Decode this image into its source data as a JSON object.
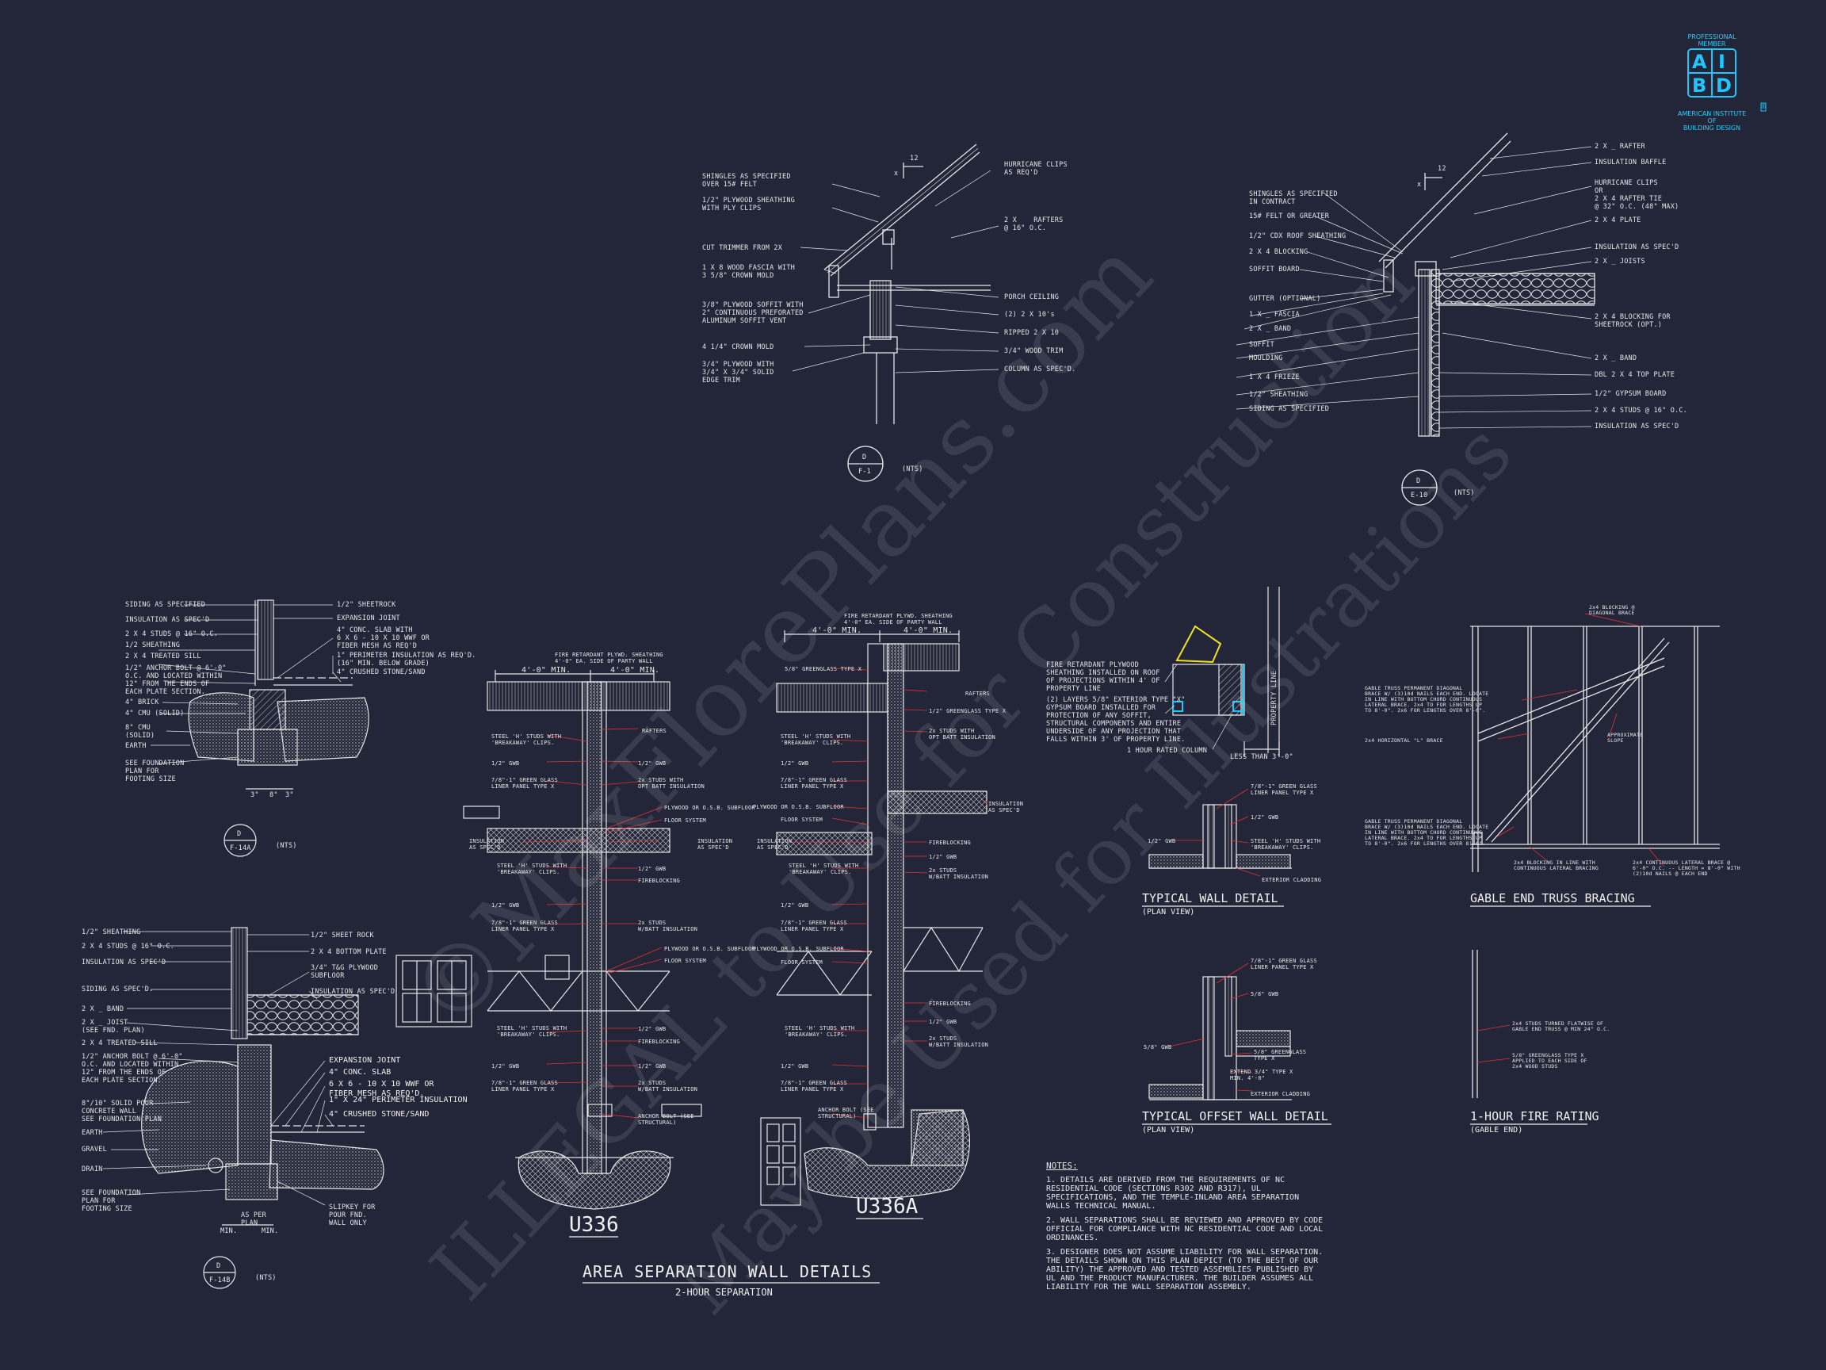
{
  "logo": {
    "top_line1": "PROFESSIONAL",
    "top_line2": "MEMBER",
    "letters": [
      "A",
      "I",
      "B",
      "D"
    ],
    "registered": "®",
    "bottom_line1": "AMERICAN INSTITUTE",
    "bottom_line2": "OF",
    "bottom_line3": "BUILDING DESIGN",
    "color": "#1ec8ff"
  },
  "watermark": {
    "line1": "©MaxFlorePlans.com",
    "line2": "ILLEGAL to Use for Construction",
    "line3": "May be Used for Illustrations"
  },
  "detail_f1": {
    "pitch": "12",
    "pitch_x": "x",
    "left_labels": [
      "SHINGLES AS SPECIFIED\nOVER 15# FELT",
      "1/2\" PLYWOOD SHEATHING\nWITH PLY CLIPS",
      "CUT TRIMMER FROM 2X",
      "1 X 8 WOOD FASCIA WITH\n3 5/8\" CROWN MOLD",
      "3/8\" PLYWOOD SOFFIT WITH\n2\" CONTINUOUS PREFORATED\nALUMINUM SOFFIT VENT",
      "4 1/4\" CROWN MOLD",
      "3/4\" PLYWOOD WITH\n3/4\" X 3/4\" SOLID\nEDGE TRIM"
    ],
    "right_labels": [
      "HURRICANE CLIPS\nAS REQ'D",
      "2 X    RAFTERS\n@ 16\" O.C.",
      "PORCH CEILING",
      "(2) 2 X 10's",
      "RIPPED 2 X 10",
      "3/4\" WOOD TRIM",
      "COLUMN AS SPEC'D."
    ],
    "tag_top": "D",
    "tag_bottom": "F-1",
    "scale": "(NTS)"
  },
  "detail_e10": {
    "pitch": "12",
    "pitch_x": "x",
    "left_labels": [
      "SHINGLES AS SPECIFIED\nIN CONTRACT",
      "15# FELT OR GREATER",
      "1/2\" CDX ROOF SHEATHING",
      "2 X 4 BLOCKING",
      "SOFFIT BOARD",
      "GUTTER (OPTIONAL)",
      "1 X _ FASCIA",
      "2 X _ BAND",
      "SOFFIT",
      "MOULDING",
      "1 X 4 FRIEZE",
      "1/2\" SHEATHING",
      "SIDING AS SPECIFIED"
    ],
    "right_labels": [
      "2 X _ RAFTER",
      "INSULATION BAFFLE",
      "HURRICANE CLIPS\nOR\n2 X 4 RAFTER TIE\n@ 32\" O.C. (48\" MAX)",
      "2 X 4 PLATE",
      "INSULATION AS SPEC'D",
      "2 X _ JOISTS",
      "2 X 4 BLOCKING FOR\nSHEETROCK (OPT.)",
      "2 X _ BAND",
      "DBL 2 X 4 TOP PLATE",
      "1/2\" GYPSUM BOARD",
      "2 X 4 STUDS @ 16\" O.C.",
      "INSULATION AS SPEC'D"
    ],
    "tag_top": "D",
    "tag_bottom": "E-10",
    "scale": "(NTS)"
  },
  "detail_f14a": {
    "left_labels": [
      "SIDING AS SPECIFIED",
      "INSULATION AS SPEC'D",
      "2 X 4 STUDS @ 16\" O.C.",
      "1/2 SHEATHING",
      "2 X 4 TREATED SILL",
      "1/2\" ANCHOR BOLT @ 6'-0\"\nO.C. AND LOCATED WITHIN\n12\" FROM THE ENDS OF\nEACH PLATE SECTION.",
      "4\" BRICK",
      "4\" CMU (SOLID)",
      "8\" CMU\n(SOLID)",
      "EARTH",
      "SEE FOUNDATION\nPLAN FOR\nFOOTING SIZE"
    ],
    "right_labels": [
      "1/2\" SHEETROCK",
      "EXPANSION JOINT",
      "4\" CONC. SLAB WITH\n6 X 6 - 10 X 10 WWF OR\nFIBER MESH AS REQ'D",
      "1\" PERIMETER INSULATION AS REQ'D.\n(16\" MIN. BELOW GRADE)",
      "4\" CRUSHED STONE/SAND"
    ],
    "dims": [
      "3\"",
      "8\"",
      "3\""
    ],
    "tag_top": "D",
    "tag_bottom": "F-14A",
    "scale": "(NTS)"
  },
  "detail_f14b": {
    "left_labels": [
      "1/2\" SHEATHING",
      "2 X 4 STUDS @ 16\" O.C.",
      "INSULATION AS SPEC'D",
      "SIDING AS SPEC'D.",
      "2 X _ BAND",
      "2 X _ JOIST\n(SEE FND. PLAN)",
      "2 X 4 TREATED SILL",
      "1/2\" ANCHOR BOLT @ 6'-0\"\nO.C. AND LOCATED WITHIN\n12\" FROM THE ENDS OF\nEACH PLATE SECTION.",
      "8\"/10\" SOLID POUR\nCONCRETE WALL\nSEE FOUNDATION PLAN",
      "EARTH",
      "GRAVEL",
      "DRAIN",
      "SEE FOUNDATION\nPLAN FOR\nFOOTING SIZE"
    ],
    "right_labels": [
      "1/2\" SHEET ROCK",
      "2 X 4 BOTTOM PLATE",
      "3/4\" T&G PLYWOOD\nSUBFLOOR",
      "INSULATION AS SPEC'D",
      "EXPANSION JOINT",
      "4\" CONC. SLAB",
      "6 X 6 - 10 X 10 WWF OR\nFIBER MESH AS REQ'D.",
      "1\" X 24\" PERIMETER INSULATION",
      "4\" CRUSHED STONE/SAND",
      "SLIPKEY FOR\nPOUR FND.\nWALL ONLY"
    ],
    "dims": [
      "MIN.",
      "AS PER\nPLAN",
      "MIN."
    ],
    "tag_top": "D",
    "tag_bottom": "F-14B",
    "scale": "(NTS)"
  },
  "u336": {
    "title": "U336",
    "top_note": "FIRE RETARDANT PLYWD. SHEATHING\n4'-0\" EA. SIDE OF PARTY WALL",
    "dim_left": "4'-0\" MIN.",
    "dim_right": "4'-0\" MIN.",
    "left_labels": [
      "STEEL 'H' STUDS WITH\n'BREAKAWAY' CLIPS.",
      "1/2\" GWB",
      "7/8\"-1\" GREEN GLASS\nLINER PANEL TYPE X",
      "INSULATION\nAS SPEC'D",
      "STEEL 'H' STUDS WITH\n'BREAKAWAY' CLIPS.",
      "1/2\" GWB",
      "7/8\"-1\" GREEN GLASS\nLINER PANEL TYPE X",
      "STEEL 'H' STUDS WITH\n'BREAKAWAY' CLIPS.",
      "1/2\" GWB",
      "7/8\"-1\" GREEN GLASS\nLINER PANEL TYPE X"
    ],
    "right_labels": [
      "RAFTERS",
      "1/2\" GWB",
      "2x STUDS WITH\nOPT BATT INSULATION",
      "PLYWOOD OR O.S.B. SUBFLOOR",
      "FLOOR SYSTEM",
      "INSULATION\nAS SPEC'D",
      "1/2\" GWB",
      "FIREBLOCKING",
      "2x STUDS\nW/BATT INSULATION",
      "PLYWOOD OR O.S.B. SUBFLOOR",
      "FLOOR SYSTEM",
      "1/2\" GWB",
      "FIREBLOCKING",
      "1/2\" GWB",
      "2x STUDS\nW/BATT INSULATION",
      "ANCHOR BOLT (SEE\nSTRUCTURAL)"
    ]
  },
  "u336a": {
    "title": "U336A",
    "top_note": "FIRE RETARDANT PLYWD. SHEATHING\n4'-0\" EA. SIDE OF PARTY WALL",
    "dim_left": "4'-0\" MIN.",
    "dim_right": "4'-0\" MIN.",
    "left_labels": [
      "5/8\" GREENGLASS TYPE X",
      "STEEL 'H' STUDS WITH\n'BREAKAWAY' CLIPS.",
      "1/2\" GWB",
      "7/8\"-1\" GREEN GLASS\nLINER PANEL TYPE X",
      "PLYWOOD OR O.S.B. SUBFLOOR",
      "FLOOR SYSTEM",
      "INSULATION\nAS SPEC'D",
      "STEEL 'H' STUDS WITH\n'BREAKAWAY' CLIPS.",
      "1/2\" GWB",
      "7/8\"-1\" GREEN GLASS\nLINER PANEL TYPE X",
      "PLYWOOD OR O.S.B. SUBFLOOR",
      "FLOOR SYSTEM",
      "STEEL 'H' STUDS WITH\n'BREAKAWAY' CLIPS.",
      "1/2\" GWB",
      "7/8\"-1\" GREEN GLASS\nLINER PANEL TYPE X",
      "ANCHOR BOLT (SEE\nSTRUCTURAL)"
    ],
    "right_labels": [
      "RAFTERS",
      "1/2\" GREENGLASS TYPE X",
      "2x STUDS WITH\nOPT BATT INSULATION",
      "INSULATION\nAS SPEC'D",
      "FIREBLOCKING",
      "1/2\" GWB",
      "2x STUDS\nW/BATT INSULATION",
      "FIREBLOCKING",
      "1/2\" GWB",
      "2x STUDS\nW/BATT INSULATION"
    ]
  },
  "area_sep": {
    "title": "AREA SEPARATION WALL DETAILS",
    "subtitle": "2-HOUR SEPARATION"
  },
  "property_detail": {
    "note1": "FIRE RETARDANT PLYWOOD\nSHEATHING INSTALLED ON ROOF\nOF PROJECTIONS WITHIN 4' OF\nPROPERTY LINE",
    "note2": "(2) LAYERS 5/8\" EXTERIOR TYPE \"X\"\nGYPSUM BOARD INSTALLED FOR\nPROTECTION OF ANY SOFFIT,\nSTRUCTURAL COMPONENTS AND ENTIRE\nUNDERSIDE OF ANY PROJECTION THAT\nFALLS WITHIN 3' OF PROPERTY LINE.",
    "column": "1 HOUR RATED COLUMN",
    "less_than": "LESS THAN 3'-0\"",
    "property_line": "PROPERTY LINE"
  },
  "typical_wall": {
    "title": "TYPICAL WALL DETAIL",
    "subtitle": "(PLAN VIEW)",
    "labels": [
      "7/8\"-1\" GREEN GLASS\nLINER PANEL TYPE X",
      "1/2\" GWB",
      "1/2\" GWB",
      "STEEL 'H' STUDS WITH\n'BREAKAWAY' CLIPS.",
      "EXTERIOR CLADDING"
    ]
  },
  "typical_offset": {
    "title": "TYPICAL OFFSET WALL DETAIL",
    "subtitle": "(PLAN VIEW)",
    "labels": [
      "7/8\"-1\" GREEN GLASS\nLINER PANEL TYPE X",
      "5/8\" GWB",
      "5/8\" GWB",
      "5/8\" GREENGLASS\nTYPE X",
      "EXTEND 3/4\" TYPE X\nMIN. 4'-0\"",
      "EXTERIOR CLADDING"
    ]
  },
  "gable_truss": {
    "title": "GABLE END TRUSS BRACING",
    "labels": [
      "2x4 BLOCKING @\nDIAGONAL BRACE",
      "GABLE TRUSS PERMANENT DIAGONAL\nBRACE W/ (3)10d NAILS EACH END. LOCATE\nIN LINE WITH BOTTOM CHORD CONTINUOUS\nLATERAL BRACE. 2x4 TO FOR LENGTHS UP\nTO 8'-0\". 2x6 FOR LENGTHS OVER 8'-0\".",
      "2x4 HORIZONTAL \"L\" BRACE",
      "APPROXIMATE\nSLOPE",
      "GABLE TRUSS PERMANENT DIAGONAL\nBRACE W/ (3)10d NAILS EACH END. LOCATE\nIN LINE WITH BOTTOM CHORD CONTINUOUS\nLATERAL BRACE. 2x4 TO FOR LENGTHS UP\nTO 8'-0\". 2x6 FOR LENGTHS OVER 8'-0\".",
      "2x4 BLOCKING IN LINE WITH\nCONTINUOUS LATERAL BRACING",
      "2x4 CONTINUOUS LATERAL BRACE @\n6'-0\" O.C. -- LENGTH = 8'-0\" WITH\n(2)10d NAILS @ EACH END"
    ]
  },
  "fire_rating": {
    "title": "1-HOUR FIRE RATING",
    "subtitle": "(GABLE END)",
    "labels": [
      "2x4 STUDS TURNED FLATWISE OF\nGABLE END TRUSS @ MIN 24\" O.C.",
      "5/8\" GREENGLASS TYPE X\nAPPLIED TO EACH SIDE OF\n2x4 WOOD STUDS"
    ]
  },
  "notes": {
    "heading": "NOTES:",
    "items": [
      "1. DETAILS ARE DERIVED FROM THE REQUIREMENTS OF NC RESIDENTIAL CODE (SECTIONS R302 AND R317), UL SPECIFICATIONS, AND THE TEMPLE-INLAND AREA SEPARATION WALLS TECHNICAL MANUAL.",
      "2. WALL SEPARATIONS SHALL BE REVIEWED AND APPROVED BY CODE OFFICIAL FOR COMPLIANCE WITH NC RESIDENTIAL CODE AND LOCAL ORDINANCES.",
      "3. DESIGNER DOES NOT ASSUME LIABILITY FOR WALL SEPARATION. THE DETAILS SHOWN ON THIS PLAN DEPICT (TO THE BEST OF OUR ABILITY) THE APPROVED AND TESTED ASSEMBLIES PUBLISHED BY UL AND THE PRODUCT MANUFACTURER. THE BUILDER ASSUMES ALL LIABILITY FOR THE WALL SEPARATION ASSEMBLY."
    ]
  },
  "colors": {
    "background": "#222638",
    "line": "#e6e6e6",
    "leader_red": "#e53030",
    "accent_cyan": "#1ec8ff",
    "accent_yellow": "#f2e21a"
  }
}
